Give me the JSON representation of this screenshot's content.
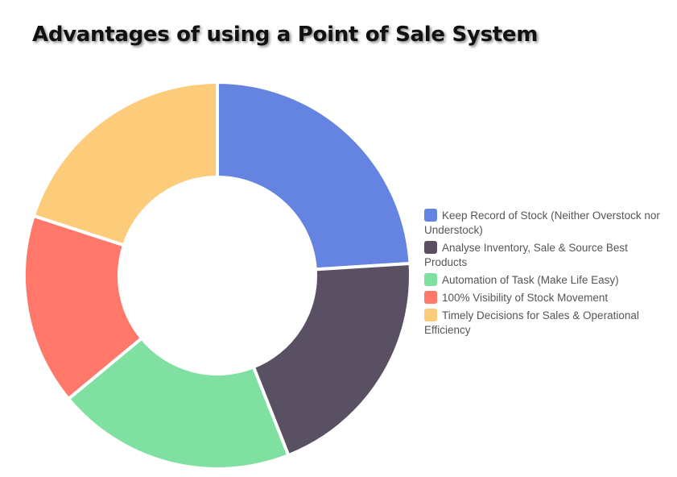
{
  "chart_data": {
    "type": "pie",
    "title": "Advantages of using a Point of Sale System",
    "categories": [
      "Keep Record of Stock (Neither Overstock nor Understock)",
      "Analyse Inventory, Sale & Source Best Products",
      "Automation of Task (Make Life Easy)",
      "100% Visibility of Stock Movement",
      "Timely Decisions for Sales & Operational Efficiency"
    ],
    "values": [
      24,
      20,
      20,
      16,
      20
    ],
    "colors": [
      "#6583e1",
      "#595163",
      "#7fe0a2",
      "#ff7869",
      "#fdcc7a"
    ],
    "legend_position": "right"
  }
}
